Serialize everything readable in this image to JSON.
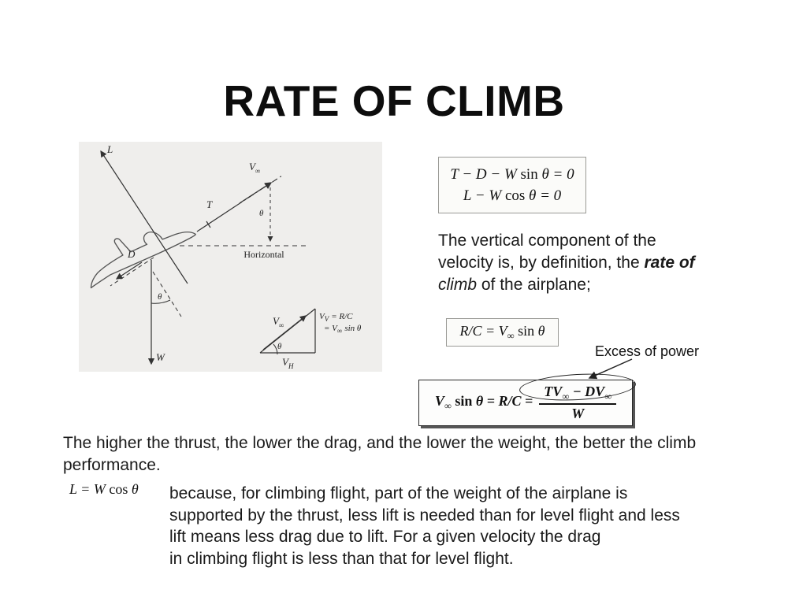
{
  "slide": {
    "title": "RATE OF CLIMB"
  },
  "diagram": {
    "lift": "L",
    "thrust": "T",
    "drag": "D",
    "weight": "W",
    "theta": "θ",
    "horizontal": "Horizontal",
    "v": "V",
    "inf": "∞",
    "tri_vv_v": "V",
    "tri_vv_sub": "V",
    "tri_vv_rest": "= R/C",
    "tri_vv2_a": "= V",
    "tri_vv2_inf": "∞",
    "tri_vv2_rest": "sin θ",
    "tri_vh_v": "V",
    "tri_vh_sub": "H"
  },
  "equations": {
    "box1_l1_a": "T − D − W ",
    "box1_l1_fn": "sin ",
    "box1_l1_b": "θ = 0",
    "box1_l2_a": "L − W ",
    "box1_l2_fn": "cos ",
    "box1_l2_b": "θ = 0",
    "roc_a": "R/C = V",
    "roc_inf": "∞",
    "roc_fn": " sin ",
    "roc_b": "θ",
    "main_lhs_a": "V",
    "main_lhs_inf": "∞",
    "main_lhs_fn": " sin ",
    "main_lhs_b": "θ = R/C =",
    "main_num_a": "TV",
    "main_num_inf1": "∞",
    "main_num_b": " − DV",
    "main_num_inf2": "∞",
    "main_den": "W",
    "lift_a": "L = W ",
    "lift_fn": "cos ",
    "lift_b": "θ"
  },
  "text": {
    "para1_l1": "The vertical component of the",
    "para1_l2a": "velocity is, by definition, the ",
    "para1_l2b": "rate of",
    "para1_l3a": "climb",
    "para1_l3b": " of the airplane;",
    "excess_label": "Excess of power",
    "para2": "The higher the thrust, the lower the drag, and the lower the weight, the better the climb performance.",
    "para3_l1": "because, for climbing flight, part of the weight of the airplane is",
    "para3_l2": "supported by the thrust, less lift is needed than for level flight and less",
    "para3_l3": "lift means less drag due to lift. For a given velocity the drag",
    "para3_l4": "in climbing flight is less than that for level flight."
  }
}
